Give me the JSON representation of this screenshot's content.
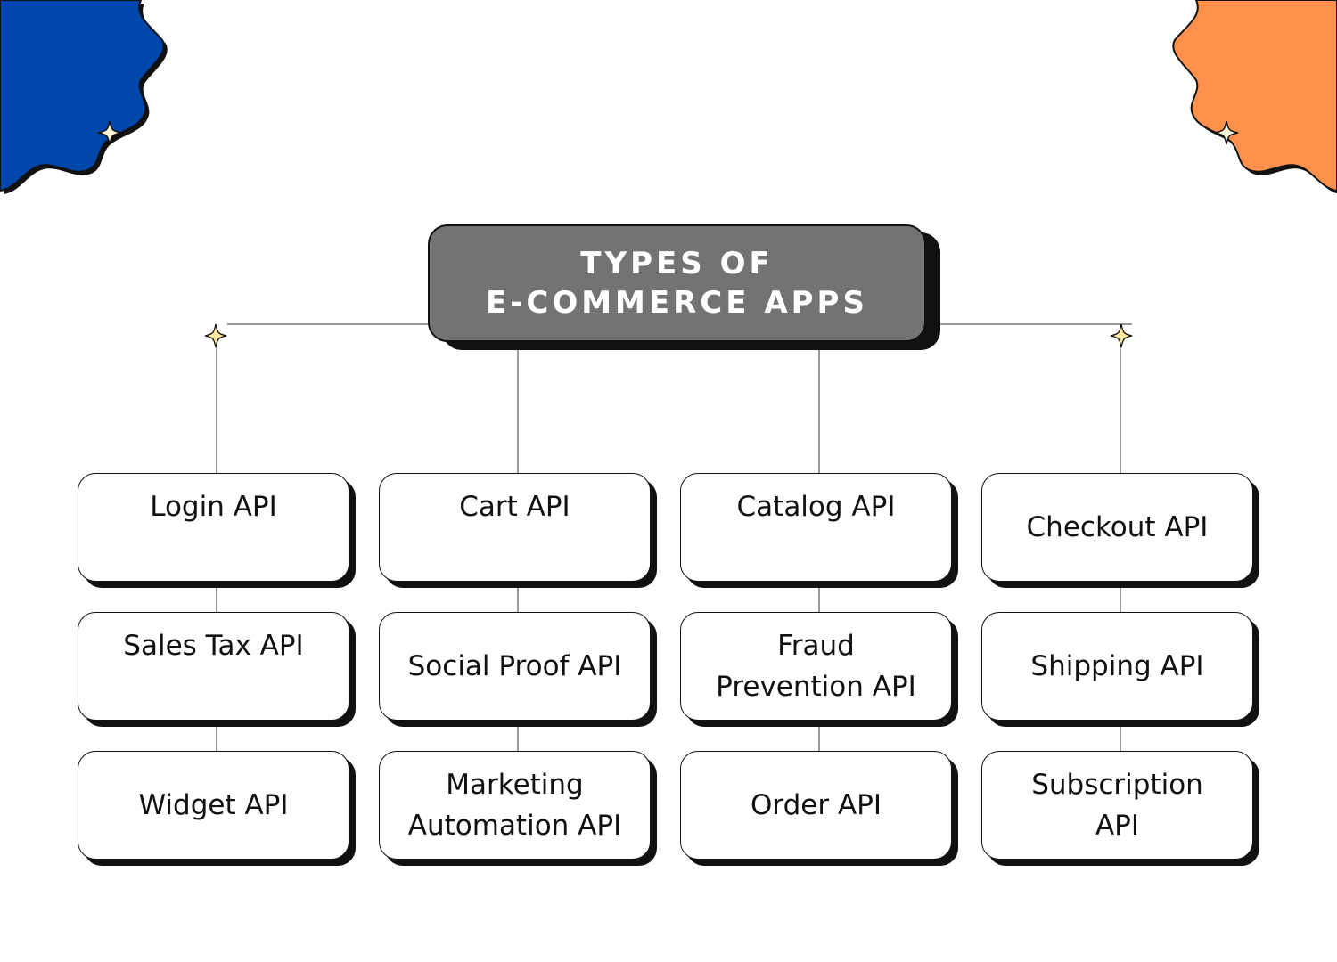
{
  "title": {
    "line1": "TYPES OF",
    "line2": "E-COMMERCE APPS"
  },
  "nodes": {
    "login": "Login API",
    "sales_tax": "Sales Tax API",
    "widget": "Widget API",
    "cart": "Cart API",
    "social_proof": "Social Proof API",
    "marketing_line1": "Marketing",
    "marketing_line2": "Automation API",
    "catalog": "Catalog API",
    "fraud_line1": "Fraud",
    "fraud_line2": "Prevention API",
    "order": "Order API",
    "checkout": "Checkout API",
    "shipping": "Shipping API",
    "subscription_line1": "Subscription",
    "subscription_line2": "API"
  },
  "colors": {
    "title_fill": "#737373",
    "blob_left": "#0047AB",
    "blob_right": "#FF914D",
    "sparkle": "#FFE7A0",
    "outline": "#111111"
  },
  "icons": [
    "decorative-blob",
    "sparkle-icon"
  ]
}
